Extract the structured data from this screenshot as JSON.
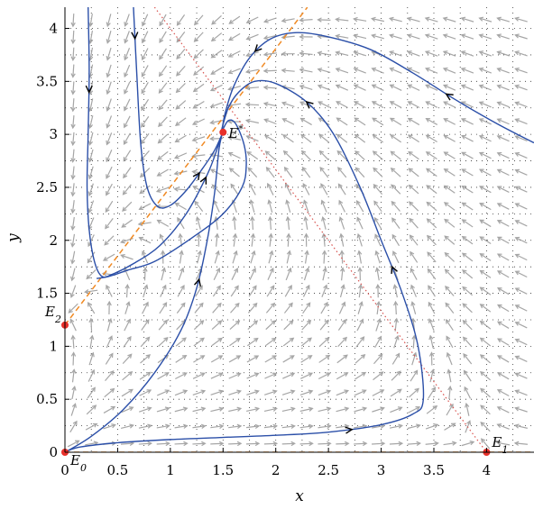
{
  "chart_data": {
    "type": "phase-portrait",
    "xlabel": "x",
    "ylabel": "y",
    "xlim": [
      0,
      4.45
    ],
    "ylim": [
      0,
      4.2
    ],
    "xticks": [
      {
        "value": 0,
        "label": "0"
      },
      {
        "value": 0.5,
        "label": "0.5"
      },
      {
        "value": 1,
        "label": "1"
      },
      {
        "value": 1.5,
        "label": "1.5"
      },
      {
        "value": 2,
        "label": "2"
      },
      {
        "value": 2.5,
        "label": "2.5"
      },
      {
        "value": 3,
        "label": "3"
      },
      {
        "value": 3.5,
        "label": "3.5"
      },
      {
        "value": 4,
        "label": "4"
      }
    ],
    "yticks": [
      {
        "value": 0,
        "label": "0"
      },
      {
        "value": 0.5,
        "label": "0.5"
      },
      {
        "value": 1,
        "label": "1"
      },
      {
        "value": 1.5,
        "label": "1.5"
      },
      {
        "value": 2,
        "label": "2"
      },
      {
        "value": 2.5,
        "label": "2.5"
      },
      {
        "value": 3,
        "label": "3"
      },
      {
        "value": 3.5,
        "label": "3.5"
      },
      {
        "value": 4,
        "label": "4"
      }
    ],
    "grid": "dotted",
    "equilibria": [
      {
        "name": "E",
        "sub": "0",
        "sup": "",
        "x": 0,
        "y": 0,
        "label_pos": "below-right"
      },
      {
        "name": "E",
        "sub": "1",
        "sup": "",
        "x": 4,
        "y": 0,
        "label_pos": "above-right"
      },
      {
        "name": "E",
        "sub": "2",
        "sup": "",
        "x": 0,
        "y": 1.2,
        "label_pos": "above-left"
      },
      {
        "name": "E",
        "sub": "",
        "sup": "*",
        "x": 1.5,
        "y": 3.02,
        "label_pos": "right"
      }
    ],
    "nullclines": [
      {
        "style": "orange-dashed",
        "points": [
          [
            0,
            1.2
          ],
          [
            2.3,
            4.2
          ]
        ]
      },
      {
        "style": "orange-dashed",
        "points": [
          [
            0,
            0
          ],
          [
            4.45,
            0
          ]
        ]
      },
      {
        "style": "red-dotted",
        "points": [
          [
            0.85,
            4.2
          ],
          [
            4,
            0
          ]
        ]
      }
    ],
    "trajectories": [
      {
        "points": [
          [
            0.02,
            0.01
          ],
          [
            0.15,
            0.05
          ],
          [
            0.5,
            0.09
          ],
          [
            1.0,
            0.12
          ],
          [
            1.5,
            0.14
          ],
          [
            2.0,
            0.16
          ],
          [
            2.5,
            0.19
          ],
          [
            3.0,
            0.26
          ],
          [
            3.3,
            0.36
          ],
          [
            3.4,
            0.5
          ],
          [
            3.35,
            1.0
          ],
          [
            3.2,
            1.5
          ],
          [
            3.0,
            2.0
          ],
          [
            2.8,
            2.5
          ],
          [
            2.55,
            3.0
          ],
          [
            2.3,
            3.3
          ],
          [
            2.0,
            3.48
          ],
          [
            1.8,
            3.5
          ],
          [
            1.65,
            3.4
          ],
          [
            1.55,
            3.25
          ],
          [
            1.48,
            3.02
          ]
        ],
        "arrows_at": [
          0.35,
          0.62,
          0.85
        ]
      },
      {
        "points": [
          [
            0.02,
            0.01
          ],
          [
            0.25,
            0.15
          ],
          [
            0.55,
            0.4
          ],
          [
            0.85,
            0.75
          ],
          [
            1.1,
            1.15
          ],
          [
            1.25,
            1.55
          ],
          [
            1.35,
            2.0
          ],
          [
            1.42,
            2.45
          ],
          [
            1.46,
            2.85
          ],
          [
            1.49,
            3.0
          ]
        ],
        "arrows_at": [
          0.6
        ]
      },
      {
        "points": [
          [
            1.49,
            3.03
          ],
          [
            1.55,
            3.13
          ],
          [
            1.62,
            3.1
          ],
          [
            1.7,
            2.9
          ],
          [
            1.72,
            2.7
          ],
          [
            1.68,
            2.5
          ],
          [
            1.5,
            2.25
          ],
          [
            1.2,
            2.02
          ],
          [
            0.85,
            1.8
          ],
          [
            0.6,
            1.72
          ],
          [
            0.42,
            1.66
          ],
          [
            0.3,
            1.64
          ]
        ],
        "arrows_at": []
      },
      {
        "points": [
          [
            0.65,
            4.2
          ],
          [
            0.68,
            3.6
          ],
          [
            0.72,
            2.9
          ],
          [
            0.78,
            2.5
          ],
          [
            0.88,
            2.32
          ],
          [
            1.0,
            2.33
          ],
          [
            1.15,
            2.47
          ],
          [
            1.3,
            2.67
          ],
          [
            1.42,
            2.85
          ],
          [
            1.49,
            3.0
          ]
        ],
        "arrows_at": [
          0.1,
          0.85
        ]
      },
      {
        "points": [
          [
            0.22,
            4.2
          ],
          [
            0.23,
            3.6
          ],
          [
            0.22,
            3.0
          ],
          [
            0.21,
            2.5
          ],
          [
            0.23,
            2.1
          ],
          [
            0.28,
            1.8
          ],
          [
            0.35,
            1.66
          ],
          [
            0.45,
            1.68
          ],
          [
            0.65,
            1.78
          ],
          [
            0.9,
            1.95
          ],
          [
            1.15,
            2.25
          ],
          [
            1.35,
            2.62
          ],
          [
            1.45,
            2.88
          ],
          [
            1.49,
            3.0
          ]
        ],
        "arrows_at": [
          0.18,
          0.9
        ]
      },
      {
        "points": [
          [
            4.45,
            2.92
          ],
          [
            4.1,
            3.1
          ],
          [
            3.7,
            3.33
          ],
          [
            3.3,
            3.58
          ],
          [
            2.9,
            3.8
          ],
          [
            2.5,
            3.92
          ],
          [
            2.2,
            3.96
          ],
          [
            1.95,
            3.9
          ],
          [
            1.75,
            3.72
          ],
          [
            1.6,
            3.45
          ],
          [
            1.52,
            3.2
          ],
          [
            1.49,
            3.04
          ]
        ],
        "arrows_at": [
          0.25,
          0.78
        ]
      }
    ]
  }
}
